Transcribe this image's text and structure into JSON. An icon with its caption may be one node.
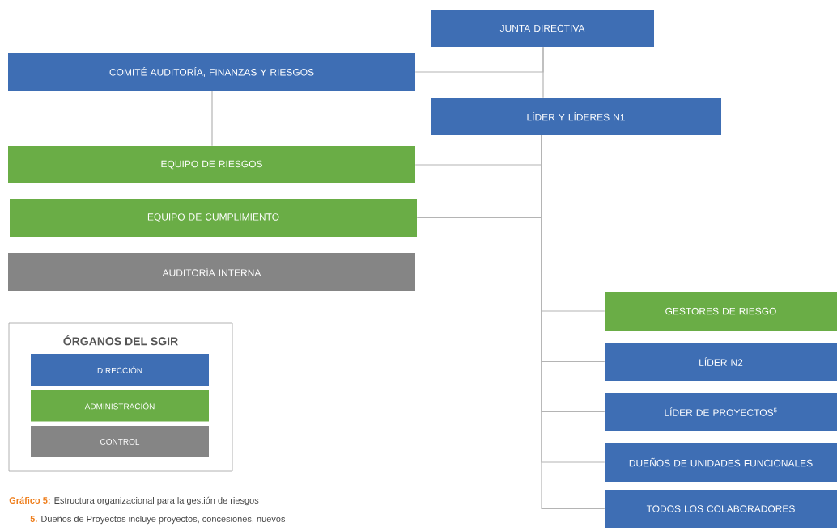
{
  "diagram": {
    "caption": "**Gráfico 5:** Estructura organizacional para la gestión de riesgos",
    "nodes": [
      {
        "text": [
          "JUNTA DIRECTIVA"
        ]
      },
      {
        "text": [
          "COMITÉ AUDITORÍA, FINANZAS Y RIESGOS"
        ]
      },
      {
        "text": [
          "LÍDER Y LÍDERES N1"
        ]
      },
      {
        "text": [
          "EQUIPO DE RIESGOS"
        ]
      },
      {
        "text": [
          "EQUIPO DE CUMPLIMIENTO"
        ]
      },
      {
        "text": [
          "AUDITORÍA INTERNA"
        ]
      },
      {
        "text": [
          "GESTORES DE RIESGO"
        ]
      },
      {
        "text": [
          "LÍDER N2"
        ]
      },
      {
        "text": [
          "LÍDER DE PROYECTOS$^{5}$"
        ]
      },
      {
        "text": [
          "DUEÑOS DE UNIDADES FUNCIONALES"
        ]
      },
      {
        "text": [
          "TODOS LOS COLABORADORES"
        ]
      }
    ],
    "edges": [
      {
        "from": 0,
        "to": 1,
        "arrow": "none"
      },
      {
        "from": 0,
        "to": 2,
        "arrow": "none"
      },
      {
        "from": 1,
        "to": 3,
        "arrow": "none"
      },
      {
        "from": 2,
        "to": 3,
        "arrow": "none"
      },
      {
        "from": 2,
        "to": 4,
        "arrow": "none"
      },
      {
        "from": 2,
        "to": 5,
        "arrow": "none"
      },
      {
        "from": 2,
        "to": 6,
        "arrow": "none"
      },
      {
        "from": 2,
        "to": 7,
        "arrow": "none"
      },
      {
        "from": 2,
        "to": 8,
        "arrow": "none"
      },
      {
        "from": 2,
        "to": 9,
        "arrow": "none"
      },
      {
        "from": 2,
        "to": 10,
        "arrow": "none"
      }
    ],
    "labels": [
      "ÓRGANOS DEL SGIR",
      "**5.** Dueños de Proyectos incluye proyectos, concesiones, nuevos"
    ],
    "legend": [
      {
        "text": "DIRECCIÓN",
        "color": "#3e6eb4"
      },
      {
        "text": "ADMINISTRACIÓN",
        "color": "#6aad46"
      },
      {
        "text": "CONTROL",
        "color": "#858585"
      }
    ]
  }
}
